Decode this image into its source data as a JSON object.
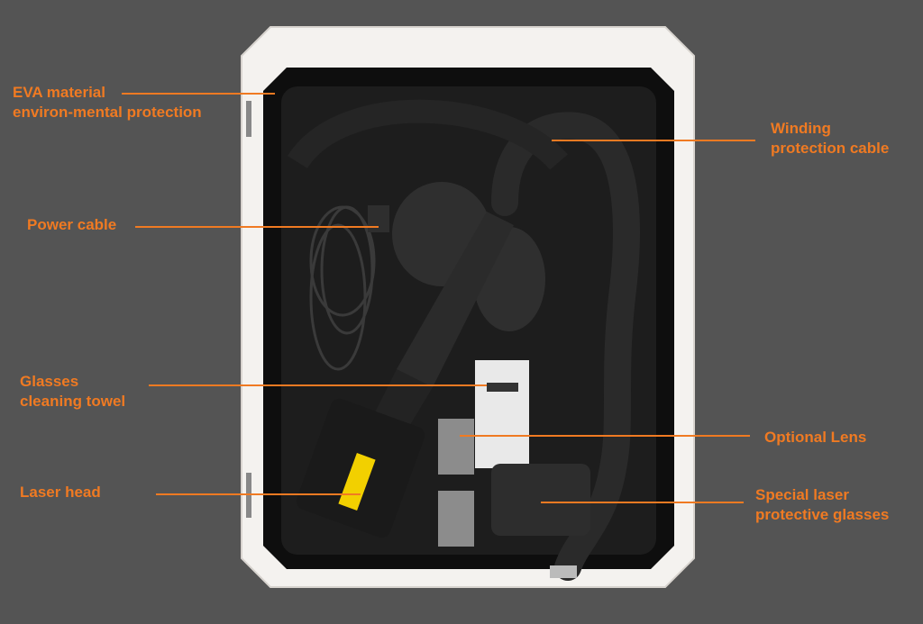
{
  "accent_color": "#f07a22",
  "labels": {
    "eva_line1": "EVA material",
    "eva_line2": "environ-mental protection",
    "winding_line1": "Winding",
    "winding_line2": "protection cable",
    "power_cable": "Power cable",
    "towel_line1": "Glasses",
    "towel_line2": "cleaning towel",
    "optional_lens": "Optional Lens",
    "laser_head": "Laser head",
    "glasses_line1": "Special laser",
    "glasses_line2": "protective glasses"
  }
}
